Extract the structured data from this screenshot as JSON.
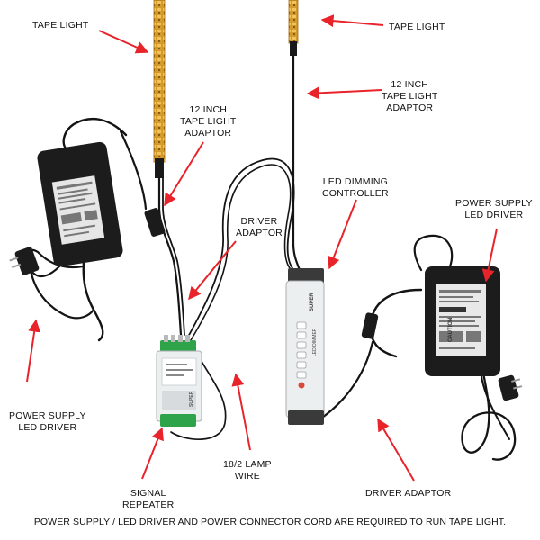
{
  "colors": {
    "arrow": "#e8232a",
    "tape": "#d49a2a",
    "cable": "#141414",
    "supply_body": "#1c1c1c",
    "device_body": "#eceff0"
  },
  "labels": {
    "tape_light_left": [
      "TAPE LIGHT"
    ],
    "tape_light_right": [
      "TAPE LIGHT"
    ],
    "adaptor_left": [
      "12 INCH",
      "TAPE LIGHT",
      "ADAPTOR"
    ],
    "adaptor_right": [
      "12 INCH",
      "TAPE LIGHT",
      "ADAPTOR"
    ],
    "dimming_controller": [
      "LED DIMMING",
      "CONTROLLER"
    ],
    "driver_adaptor_left": [
      "DRIVER",
      "ADAPTOR"
    ],
    "power_supply_right": [
      "POWER SUPPLY",
      "LED DRIVER"
    ],
    "power_supply_left": [
      "POWER SUPPLY",
      "LED DRIVER"
    ],
    "lamp_wire": [
      "18/2 LAMP",
      "WIRE"
    ],
    "signal_repeater": [
      "SIGNAL",
      "REPEATER"
    ],
    "driver_adaptor_bottom": [
      "DRIVER ADAPTOR"
    ]
  },
  "footer": "POWER SUPPLY / LED DRIVER AND POWER CONNECTOR CORD ARE REQUIRED TO RUN TAPE LIGHT.",
  "device_text": {
    "dimmer_label": "LED DIMMER",
    "dimmer_brand": "SUPER",
    "repeater_brand": "SUPER",
    "caution": "CAUTION"
  }
}
